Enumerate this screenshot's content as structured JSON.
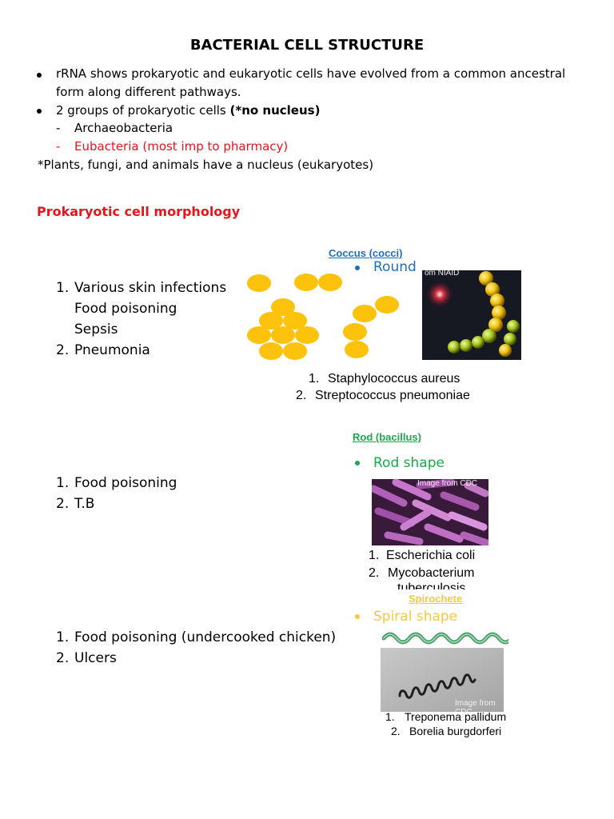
{
  "title": "BACTERIAL CELL STRUCTURE",
  "intro": {
    "bullet1_line1": "rRNA shows prokaryotic and eukaryotic cells have evolved from a common ancestral",
    "bullet1_line2": "form along different pathways.",
    "bullet2_prefix": "2 groups of prokaryotic cells ",
    "bullet2_bold": "(*no nucleus)",
    "sub1": "Archaeobacteria",
    "sub2": "Eubacteria (most imp to pharmacy)",
    "dash": "-",
    "note": "*Plants, fungi, and animals have a nucleus (eukaryotes)"
  },
  "section_heading": "Prokaryotic cell morphology",
  "coccus": {
    "caption": "Coccus (cocci)",
    "shape": "Round",
    "image_credit": "om NIAID",
    "diseases": [
      {
        "num": "1.",
        "lines": [
          "Various skin infections",
          "Food poisoning",
          "Sepsis"
        ]
      },
      {
        "num": "2.",
        "lines": [
          "Pneumonia"
        ]
      }
    ],
    "organisms": [
      {
        "num": "1.",
        "name": "Staphylococcus aureus"
      },
      {
        "num": "2.",
        "name": "Streptococcus pneumoniae"
      }
    ],
    "colors": {
      "caption": "#1f6fc0",
      "cell": "#fcc20c"
    }
  },
  "rod": {
    "caption": "Rod (bacillus)",
    "shape": "Rod shape",
    "image_credit": "Image from CDC",
    "diseases": [
      {
        "num": "1.",
        "text": "Food poisoning"
      },
      {
        "num": "2.",
        "text": "T.B"
      }
    ],
    "organisms": [
      {
        "num": "1.",
        "name": "Escherichia coli"
      },
      {
        "num": "2.",
        "name": "Mycobacterium"
      }
    ],
    "organism_cutoff": "tuberculosis",
    "colors": {
      "caption": "#1aa84a"
    }
  },
  "spirochete": {
    "caption": "Spirochete",
    "shape": "Spiral shape",
    "image_credit": "Image from CDC",
    "diseases": [
      {
        "num": "1.",
        "text": "Food poisoning (undercooked chicken)"
      },
      {
        "num": "2.",
        "text": "Ulcers"
      }
    ],
    "organisms": [
      {
        "num": "1.",
        "name": "Treponema pallidum"
      },
      {
        "num": "2.",
        "name": "Borelia burgdorferi"
      }
    ],
    "colors": {
      "caption": "#f8c83a"
    }
  }
}
